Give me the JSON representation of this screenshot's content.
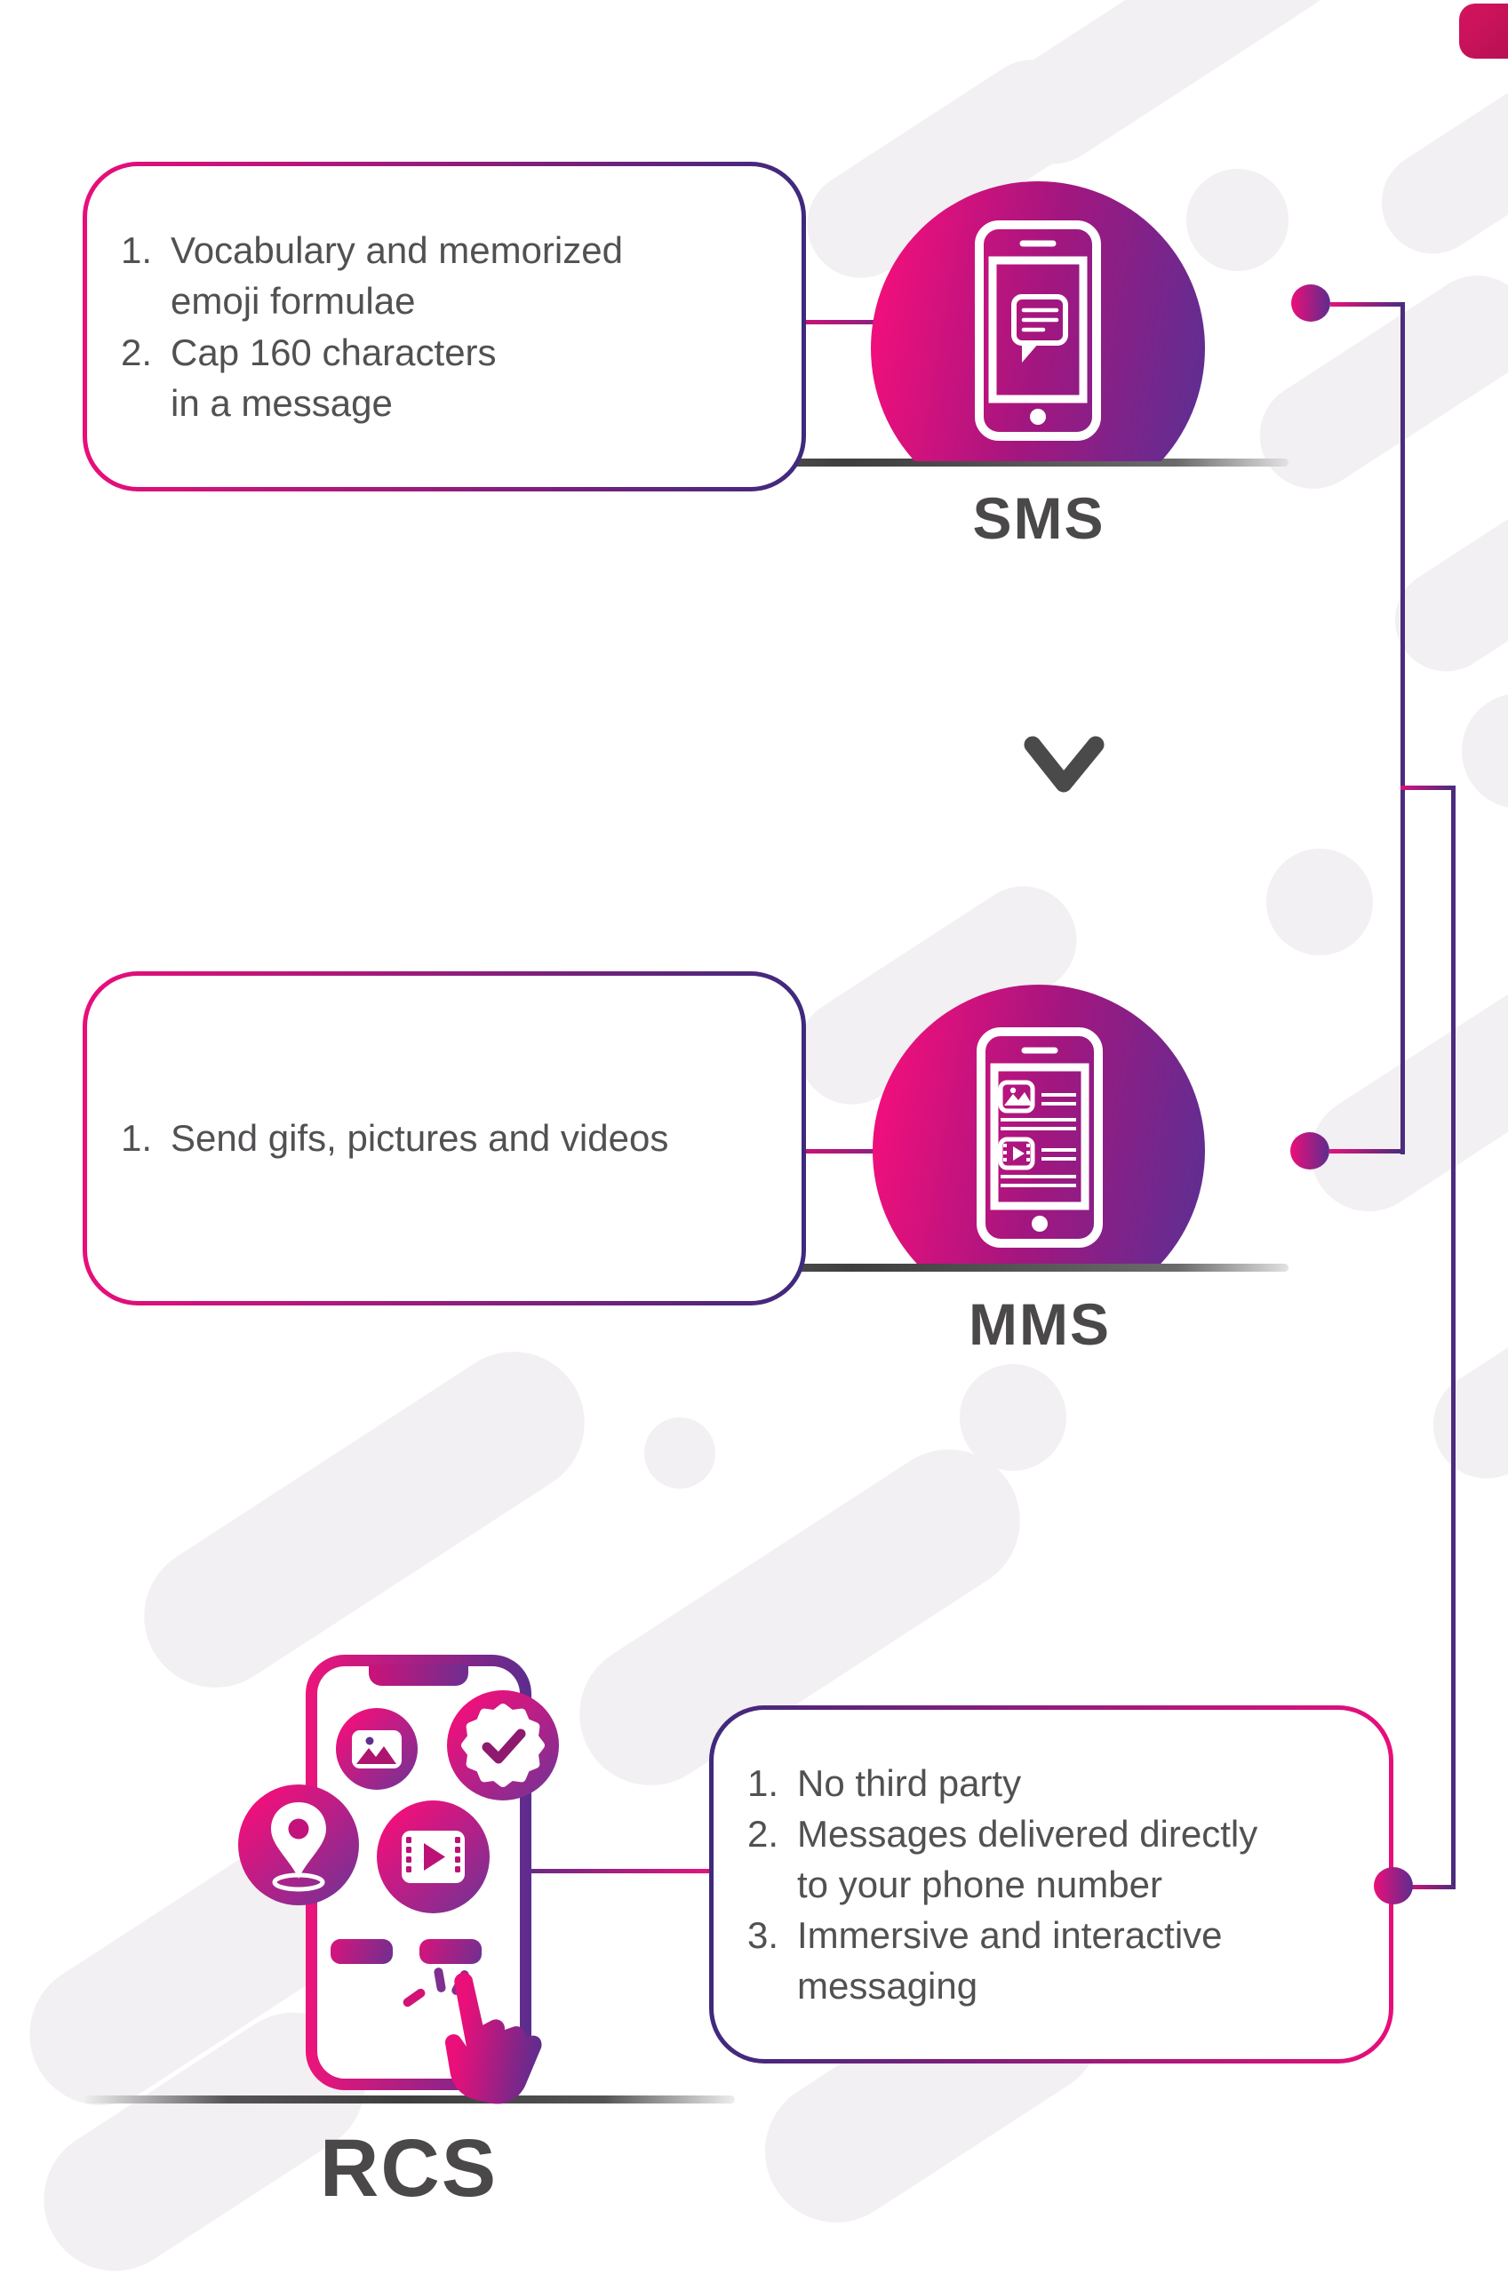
{
  "colors": {
    "pink": "#ec1079",
    "purple": "#4b2c7f",
    "text_gray": "#525052",
    "label_gray": "#4a4849",
    "blob_gray": "#f2f0f2"
  },
  "sms": {
    "label": "SMS",
    "icon": "phone-chat-bubble-icon",
    "items": [
      {
        "num": "1.",
        "lines": [
          "Vocabulary and memorized",
          "emoji formulae"
        ]
      },
      {
        "num": "2.",
        "lines": [
          "Cap 160 characters",
          "in a message"
        ]
      }
    ]
  },
  "mms": {
    "label": "MMS",
    "icon": "phone-picture-video-icon",
    "items": [
      {
        "num": "1.",
        "lines": [
          "Send gifs, pictures and videos"
        ]
      }
    ]
  },
  "rcs": {
    "label": "RCS",
    "icon": "phone-rich-apps-tap-icon",
    "items": [
      {
        "num": "1.",
        "lines": [
          "No third party"
        ]
      },
      {
        "num": "2.",
        "lines": [
          "Messages delivered directly",
          "to your phone number"
        ]
      },
      {
        "num": "3.",
        "lines": [
          "Immersive and interactive",
          "messaging"
        ]
      }
    ]
  }
}
